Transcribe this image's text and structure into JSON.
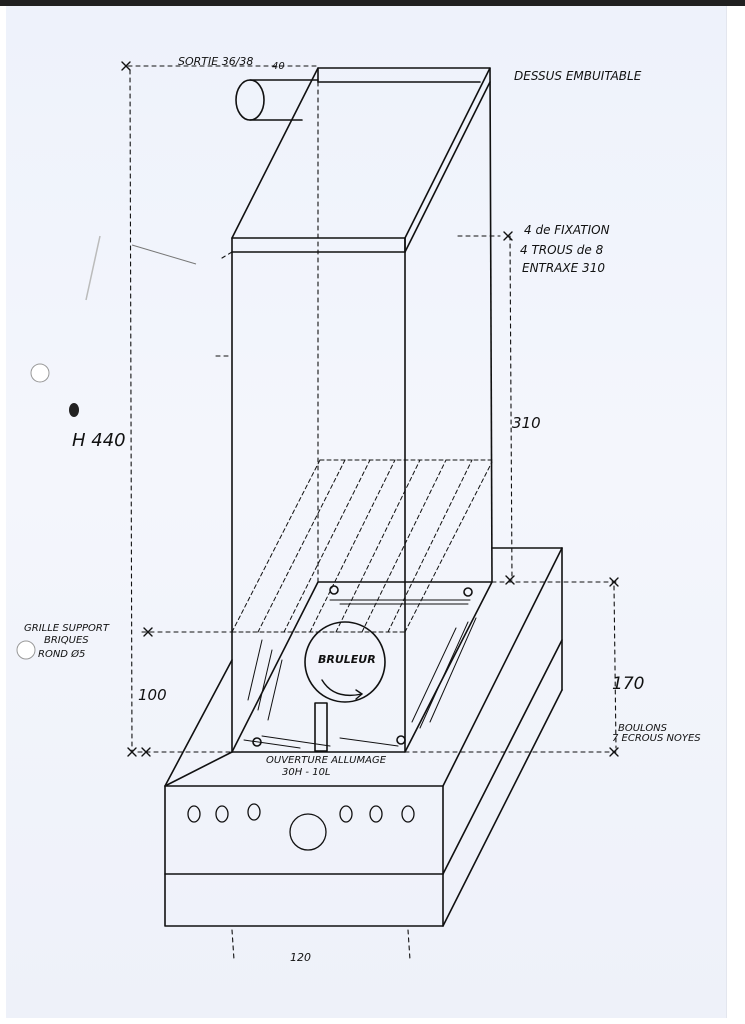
{
  "labels": {
    "sortie": "SORTIE 36/38",
    "sortie_tick": "40",
    "dessus": "DESSUS EMBUITABLE",
    "fixation_1": "4 de FIXATION",
    "fixation_2": "4 TROUS de 8",
    "fixation_3": "ENTRAXE 310",
    "height_total": "H 440",
    "dim_310": "310",
    "grille_1": "GRILLE SUPPORT",
    "grille_2": "BRIQUES",
    "grille_3": "ROND Ø5",
    "dim_100": "100",
    "dim_170": "170",
    "boulons_1": "BOULONS",
    "boulons_2": "7 ECROUS NOYES",
    "bruleur": "BRULEUR",
    "ouverture_1": "OUVERTURE ALLUMAGE",
    "ouverture_2": "30H - 10L",
    "bottom_dim": "120"
  },
  "colors": {
    "ink": "#111111",
    "paper": "#eef2fb"
  }
}
